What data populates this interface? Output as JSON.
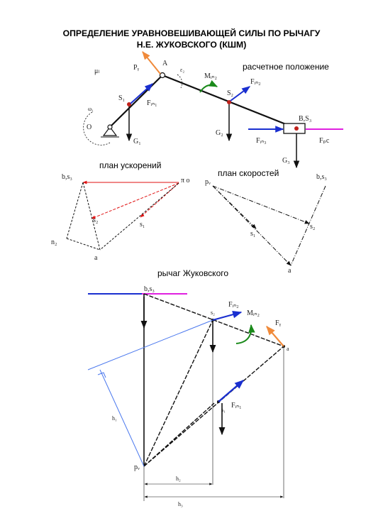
{
  "title": {
    "line1": "ОПРЕДЕЛЕНИЕ УРАВНОВЕШИВАЮЩЕЙ СИЛЫ ПО РЫЧАГУ",
    "line2": "Н.Е. ЖУКОВСКОГО (КШМ)"
  },
  "captions": {
    "design_position": "расчетное положение",
    "acceleration_plan": "план ускорений",
    "velocity_plan": "план скоростей",
    "zhukovsky_lever": "рычаг Жуковского"
  },
  "mechanism_labels": {
    "mu": "μₗ",
    "P": "Pᵧ",
    "A": "A",
    "eps2": "ε₂",
    "M_in2": "Mᵢₙ₂",
    "S1": "S₁",
    "S2": "S₂",
    "F_in1": "Fᵢₙ₁",
    "F_in2": "Fᵢₙ₂",
    "F_in3": "Fᵢₙ₃",
    "w1": "ω₁",
    "O": "O",
    "G1": "G₁",
    "G2": "G₂",
    "G3": "G₃",
    "B_S3": "B,S₃",
    "F_pc": "Fₚc"
  },
  "acceleration_labels": {
    "b_s3": "b,s₃",
    "pi_o": "π o",
    "s2": "s₂",
    "s1": "s₁",
    "n2": "n₂",
    "a": "a"
  },
  "velocity_labels": {
    "pv": "pᵥ",
    "b_s3": "b,s₃",
    "s1": "s₁",
    "s2": "s₂",
    "a": "a"
  },
  "lever_labels": {
    "b_s3": "b,s₃",
    "F_in2": "Fᵢₙ₂",
    "s2": "s₂",
    "M_in2": "Mᵢₙ₂",
    "F_y": "Fᵧ",
    "a": "a",
    "h1": "h₁",
    "F_in1": "Fᵢₙ₁",
    "s1": "s₁",
    "pv": "pᵥ",
    "h2": "h₂",
    "h3": "h₃"
  },
  "colors": {
    "line": "#111111",
    "force_blue": "#1a2fd0",
    "force_orange": "#f08a3a",
    "moment_green": "#1a8a1a",
    "force_magenta": "#e020e0",
    "accel_red": "#e01010",
    "lever_lightblue": "#4a78ee",
    "joint_red": "#c0201a"
  }
}
